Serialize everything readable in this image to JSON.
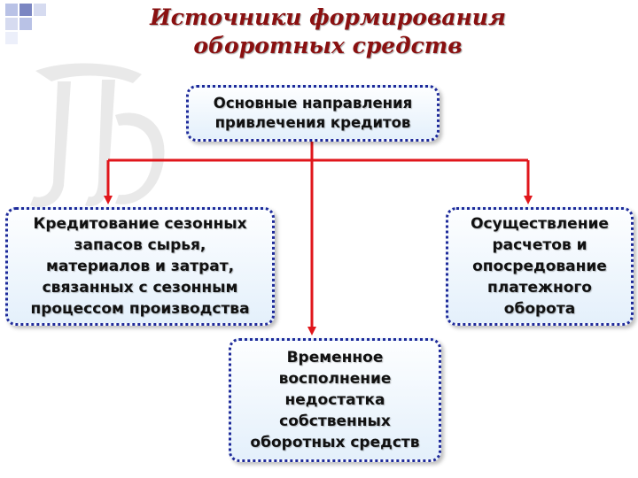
{
  "slide": {
    "title": "Источники формирования\nоборотных средств"
  },
  "diagram": {
    "root": {
      "label": "Основные направления\nпривлечения кредитов"
    },
    "children": [
      {
        "label": "Кредитование сезонных\nзапасов сырья,\nматериалов и затрат,\nсвязанных с сезонным\nпроцессом производства"
      },
      {
        "label": "Временное\nвосполнение\nнедостатка\nсобственных\nоборотных средств"
      },
      {
        "label": "Осуществление\nрасчетов и\nопосредование\nплатежного\nоборота"
      }
    ]
  },
  "colors": {
    "title": "#8a1010",
    "connector": "#e0161b",
    "box_border": "#1e2a9a",
    "box_fill_top": "#fdfeff",
    "box_fill_bottom": "#e4f0fb"
  }
}
